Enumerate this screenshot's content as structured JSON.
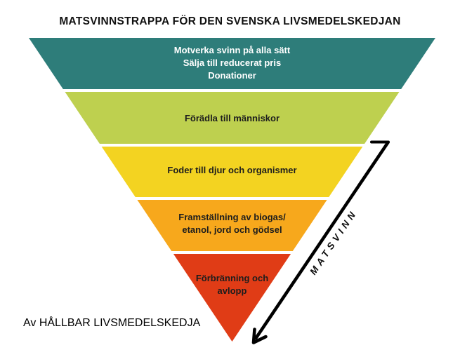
{
  "title": "MATSVINNSTRAPPA FÖR DEN SVENSKA LIVSMEDELSKEDJAN",
  "funnel": {
    "layers": [
      {
        "name": "motverka-svinn",
        "color": "#2e7d7a",
        "text_color": "#ffffff",
        "lines": [
          "Motverka svinn på alla sätt",
          "Sälja till reducerat pris",
          "Donationer"
        ]
      },
      {
        "name": "foradla-till-manniskor",
        "color": "#bed04f",
        "text_color": "#1d1d1d",
        "lines": [
          "Förädla till människor"
        ]
      },
      {
        "name": "foder-till-djur",
        "color": "#f3d321",
        "text_color": "#1d1d1d",
        "lines": [
          "Foder till djur och organismer"
        ]
      },
      {
        "name": "framstallning-biogas",
        "color": "#f7a81c",
        "text_color": "#1d1d1d",
        "lines": [
          "Framställning av biogas/",
          "etanol, jord och gödsel"
        ]
      },
      {
        "name": "forbranning-avlopp",
        "color": "#e03c16",
        "text_color": "#1d1d1d",
        "lines": [
          "Förbränning och",
          "avlopp"
        ]
      }
    ]
  },
  "arrow": {
    "label": "MATSVINN",
    "color": "#000000"
  },
  "footer": "Av HÅLLBAR LIVSMEDELSKEDJA"
}
